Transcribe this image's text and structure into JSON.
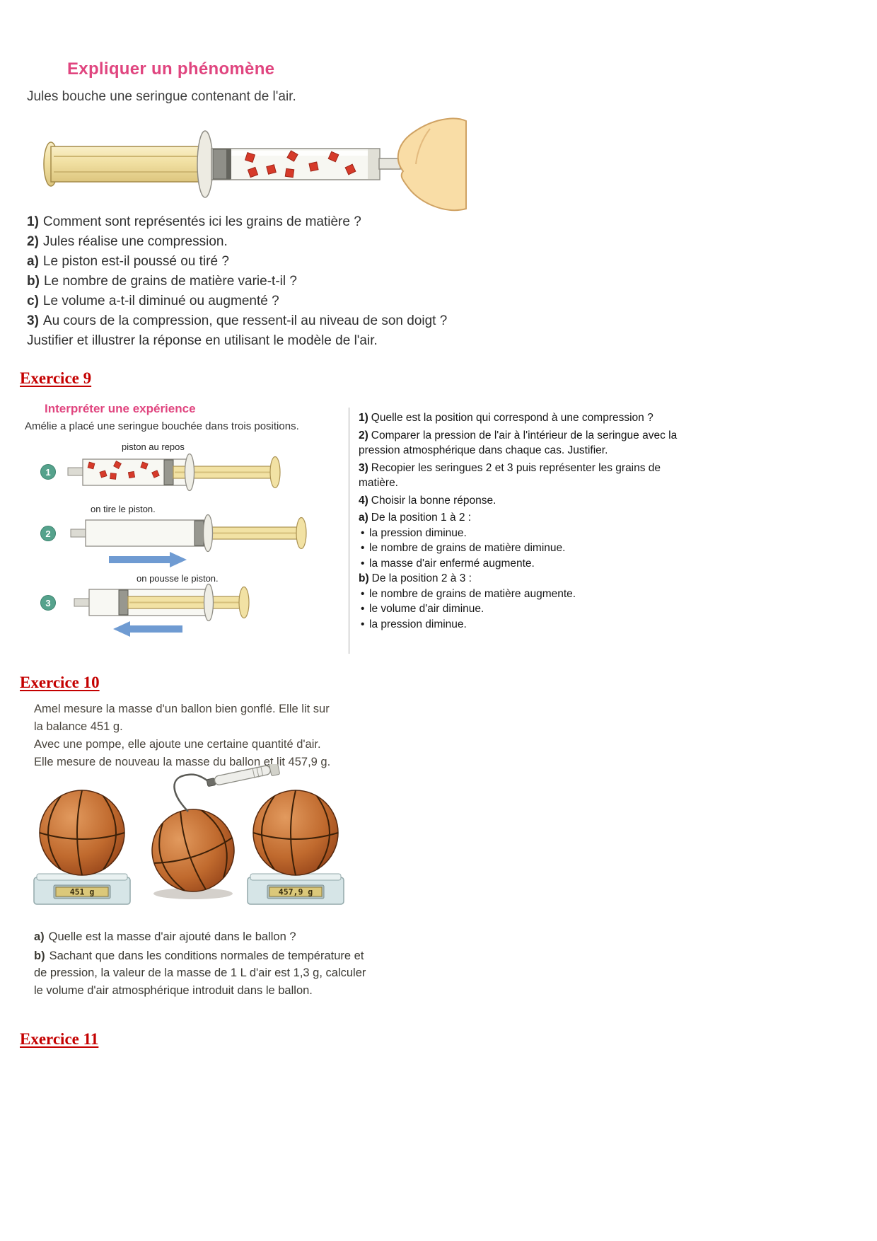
{
  "colors": {
    "heading_pink": "#e0457f",
    "exercise_red": "#c40000",
    "arrow_blue": "#6f9bd2",
    "particle_red": "#d63a2a",
    "circle_green": "#55a28c"
  },
  "expliquer": {
    "heading": "Expliquer un phénomène",
    "intro": "Jules bouche une seringue contenant de l'air.",
    "questions": [
      {
        "num": "1)",
        "text": "Comment sont représentés ici les grains de matière ?"
      },
      {
        "num": "2)",
        "text": "Jules réalise une compression."
      },
      {
        "num": "a)",
        "text": "Le piston est-il poussé ou tiré ?"
      },
      {
        "num": "b)",
        "text": "Le nombre de grains de matière varie-t-il ?"
      },
      {
        "num": "c)",
        "text": "Le volume a-t-il diminué ou augmenté ?"
      },
      {
        "num": "3)",
        "text": "Au cours de la compression, que ressent-il au niveau de son doigt ? Justifier et illustrer la réponse en utilisant le modèle de l'air."
      }
    ]
  },
  "exercice9": {
    "title": "Exercice 9",
    "heading": "Interpréter une expérience",
    "intro": "Amélie a placé une seringue bouchée dans trois positions.",
    "syringes": [
      {
        "num": "1",
        "label": "piston au repos"
      },
      {
        "num": "2",
        "label": "on tire le piston."
      },
      {
        "num": "3",
        "label": "on pousse le piston."
      }
    ],
    "questions": [
      {
        "num": "1)",
        "text": "Quelle est la position qui correspond à une compression ?"
      },
      {
        "num": "2)",
        "text": "Comparer la pression de l'air à l'intérieur de la seringue avec la pression atmosphérique dans chaque cas. Justifier."
      },
      {
        "num": "3)",
        "text": "Recopier les seringues 2 et 3 puis représenter les grains de matière."
      },
      {
        "num": "4)",
        "text": "Choisir la bonne réponse."
      }
    ],
    "choice_a": {
      "num": "a)",
      "text": "De la position 1 à 2 :"
    },
    "options_a": [
      "la pression diminue.",
      "le nombre de grains de matière diminue.",
      "la masse d'air enfermé augmente."
    ],
    "choice_b": {
      "num": "b)",
      "text": "De la position 2 à 3 :"
    },
    "options_b": [
      "le nombre de grains de matière augmente.",
      "le volume d'air diminue.",
      "la pression diminue."
    ]
  },
  "exercice10": {
    "title": "Exercice 10",
    "paragraph_lines": [
      "Amel mesure la masse d'un ballon bien gonflé. Elle lit sur",
      "la balance 451 g.",
      "Avec une pompe, elle ajoute une certaine quantité d'air.",
      "Elle mesure de nouveau la masse du ballon et lit 457,9 g."
    ],
    "scale_left": "451 g",
    "scale_right": "457,9 g",
    "questions": [
      {
        "num": "a)",
        "text": "Quelle est la masse d'air ajouté dans le ballon ?"
      },
      {
        "num": "b)",
        "text": "Sachant que dans les conditions normales de température et de pression, la valeur de la masse de 1 L d'air est 1,3 g, calculer le volume d'air atmosphérique introduit dans le ballon."
      }
    ]
  },
  "exercice11": {
    "title": "Exercice 11"
  }
}
